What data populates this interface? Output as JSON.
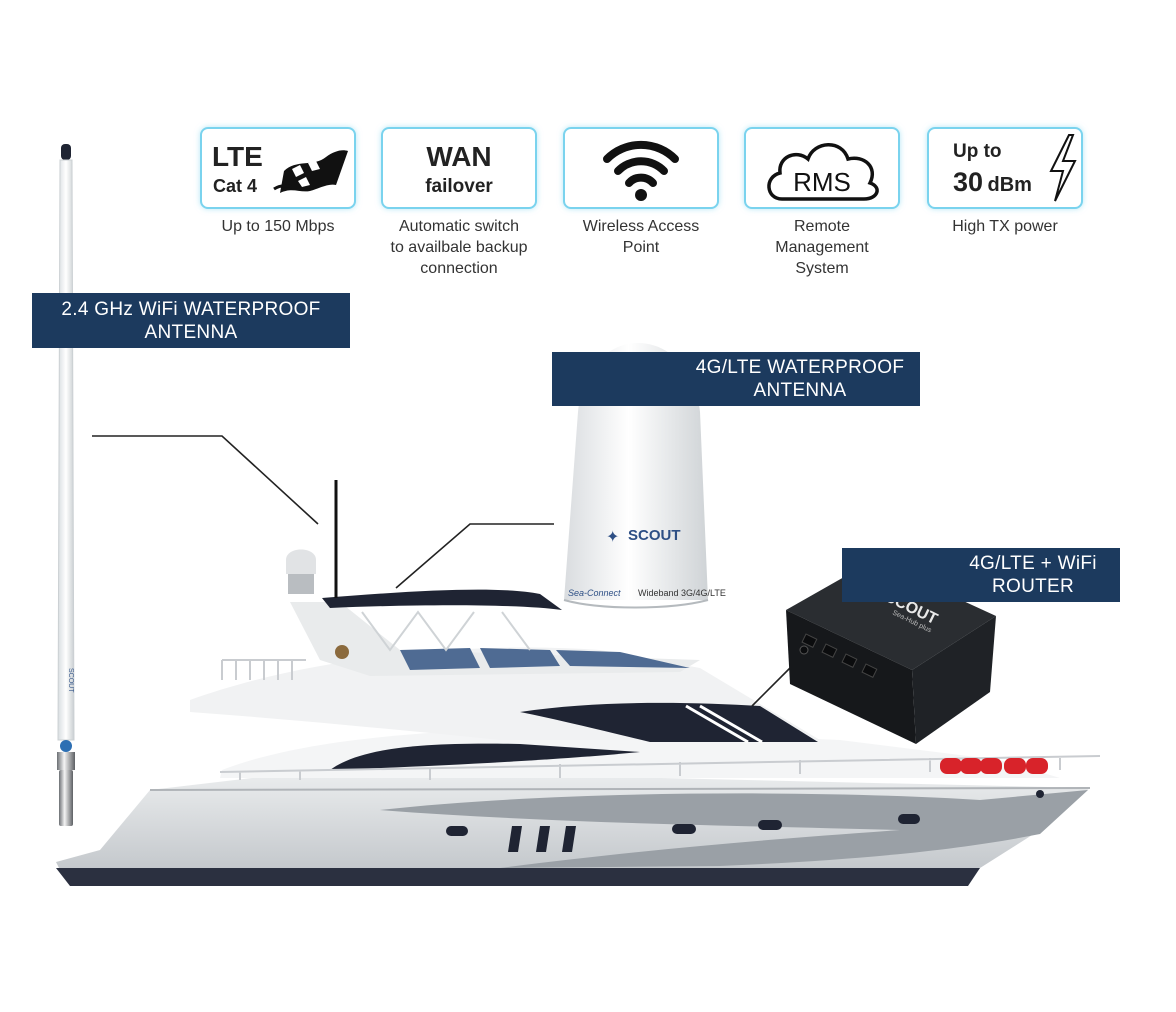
{
  "features": [
    {
      "id": "lte",
      "icon": "lte-flag-icon",
      "line1": "LTE",
      "line2": "Cat 4",
      "caption": [
        "Up to 150 Mbps"
      ]
    },
    {
      "id": "wan",
      "icon": "wan-text-icon",
      "line1": "WAN",
      "line2": "failover",
      "caption": [
        "Automatic switch",
        "to availbale backup",
        "connection"
      ]
    },
    {
      "id": "wifi",
      "icon": "wifi-icon",
      "caption": [
        "Wireless Access",
        "Point"
      ]
    },
    {
      "id": "rms",
      "icon": "cloud-icon",
      "line1": "RMS",
      "caption": [
        "Remote",
        "Management",
        "System"
      ]
    },
    {
      "id": "power",
      "icon": "lightning-icon",
      "line1": "Up to",
      "line2": "30",
      "line2b": "dBm",
      "caption": [
        "High TX power"
      ]
    }
  ],
  "banners": {
    "wifi_antenna": [
      "2.4 GHz WiFi WATERPROOF",
      "ANTENNA"
    ],
    "lte_antenna": [
      "4G/LTE WATERPROOF",
      "ANTENNA"
    ],
    "router": [
      "4G/LTE  + WiFi",
      "ROUTER"
    ]
  },
  "product_labels": {
    "dome_brand": "SCOUT",
    "dome_line1": "Sea-Connect",
    "dome_line2": "Wideband 3G/4G/LTE",
    "router_brand": "SCOUT",
    "router_model": "Sea-Hub plus",
    "whip_brand": "SCOUT"
  },
  "colors": {
    "accent": "#7ad3ee",
    "banner": "#1c3a5e",
    "hull_dark": "#2b3040"
  }
}
